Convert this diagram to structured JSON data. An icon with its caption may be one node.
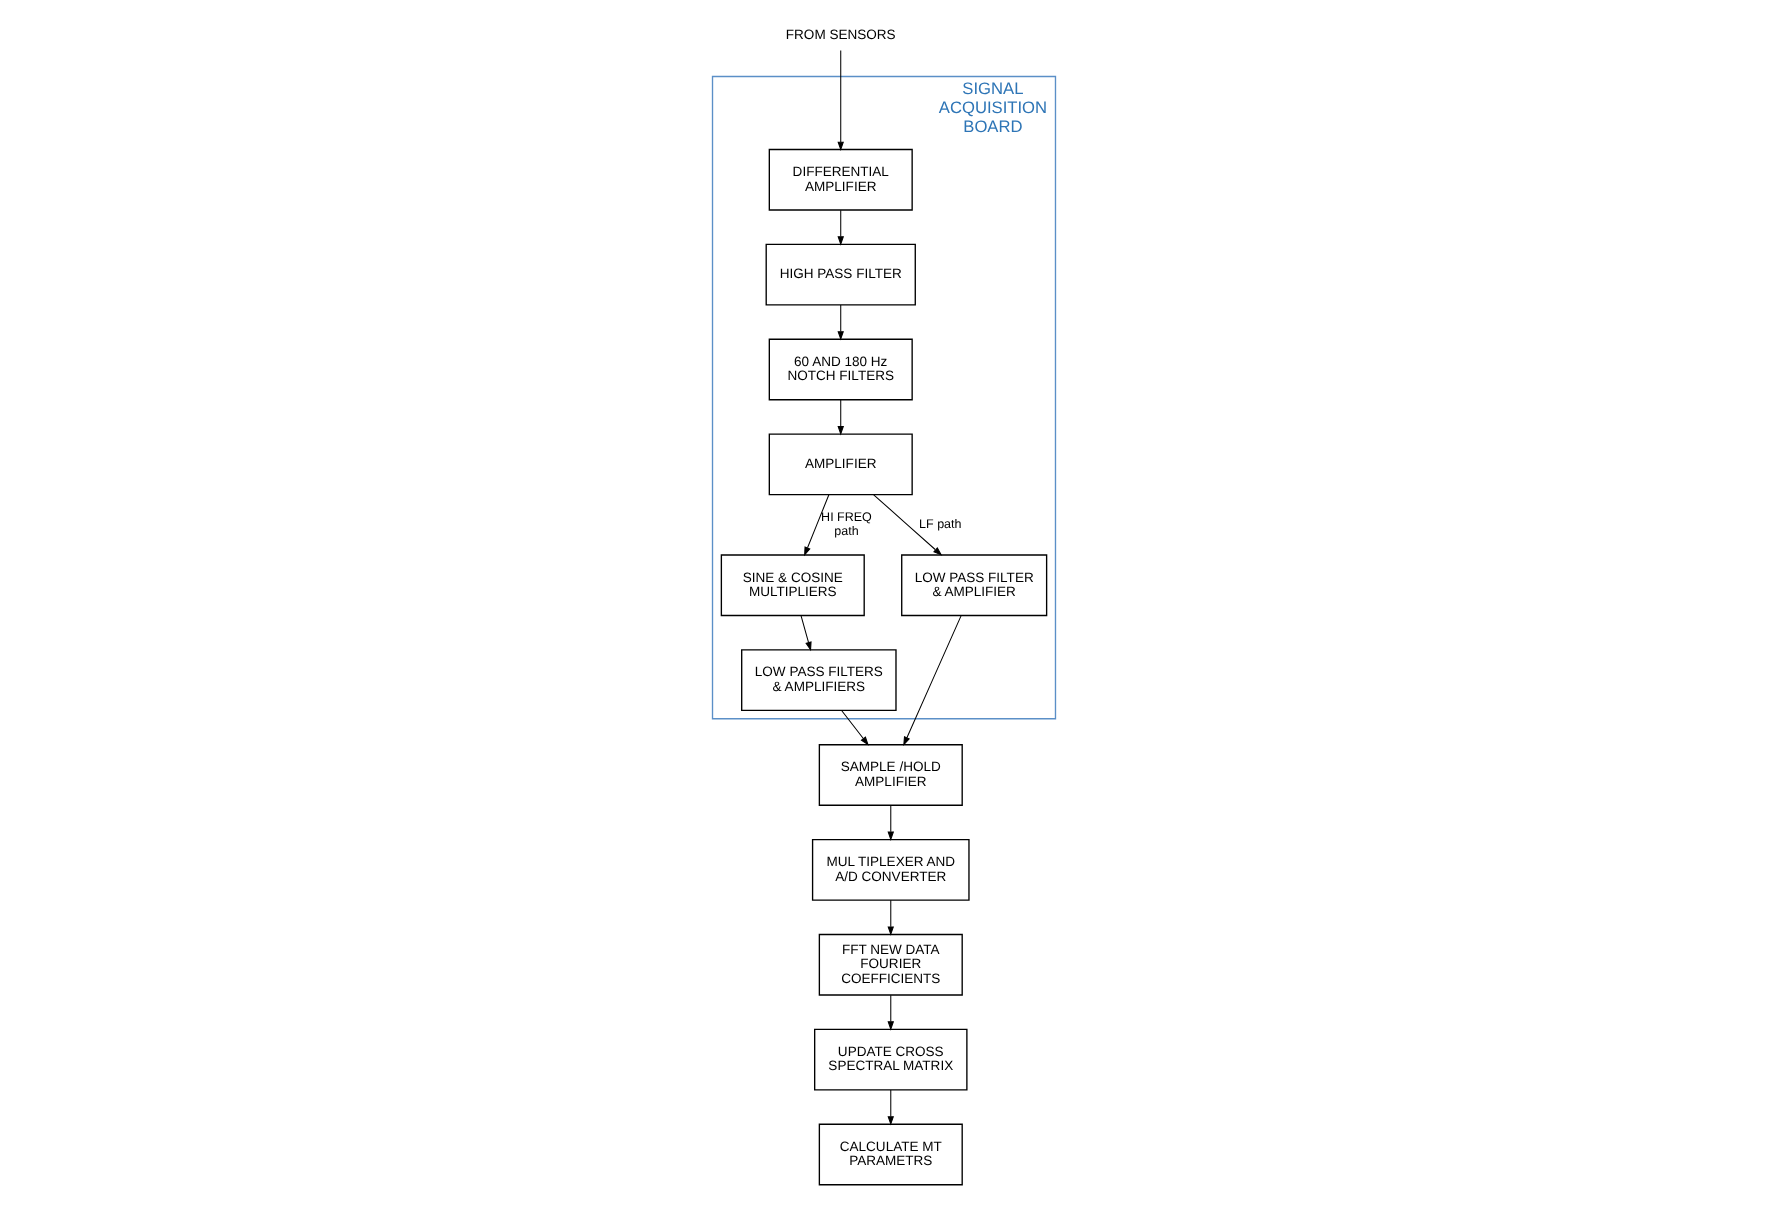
{
  "diagram": {
    "nodes": [
      {
        "text": [
          "FROM SENSORS"
        ]
      },
      {
        "text": [
          "SIGNAL ACQUISITION BOARD"
        ]
      },
      {
        "text": [
          "DIFFERENTIAL AMPLIFIER"
        ],
        "in": 1
      },
      {
        "text": [
          "HIGH PASS FILTER"
        ],
        "in": 1
      },
      {
        "text": [
          "60 AND 180 Hz NOTCH FILTERS"
        ],
        "in": 1
      },
      {
        "text": [
          "SAMPLE /HOLD AMPLIFIER"
        ]
      },
      {
        "text": [
          "LOW PASS FILTER & AMPLIFIER"
        ],
        "in": 1
      },
      {
        "text": [
          "AMPLIFIER"
        ],
        "in": 1
      },
      {
        "text": [
          "MUL TIPLEXER AND A/D CONVERTER"
        ]
      },
      {
        "text": [
          "LOW PASS FILTERS & AMPLIFIERS"
        ],
        "in": 1
      },
      {
        "text": [
          "SINE & COSINE MULTIPLIERS"
        ],
        "in": 1
      },
      {
        "text": [
          "FFT NEW DATA FOURIER COEFFICIENTS"
        ]
      },
      {
        "text": [
          "UPDATE CROSS SPECTRAL MATRIX"
        ]
      },
      {
        "text": [
          "CALCULATE MT PARAMETRS"
        ]
      }
    ],
    "edges": [
      {
        "from": 0,
        "to": 2,
        "arrow": "to"
      },
      {
        "from": 2,
        "to": 3,
        "arrow": "to"
      },
      {
        "from": 3,
        "to": 4,
        "arrow": "to"
      },
      {
        "from": 4,
        "to": 7,
        "arrow": "to"
      },
      {
        "from": 7,
        "to": 6,
        "arrow": "to",
        "label": "LF path"
      },
      {
        "from": 6,
        "to": 5,
        "arrow": "to"
      },
      {
        "from": 7,
        "to": 10,
        "arrow": "to",
        "label": "HI FREQ path"
      },
      {
        "from": 10,
        "to": 9,
        "arrow": "to"
      },
      {
        "from": 9,
        "to": 5,
        "arrow": "to"
      },
      {
        "from": 5,
        "to": 8,
        "arrow": "to"
      },
      {
        "from": 8,
        "to": 11,
        "arrow": "to"
      },
      {
        "from": 11,
        "to": 12,
        "arrow": "to"
      },
      {
        "from": 12,
        "to": 13,
        "arrow": "to"
      }
    ]
  }
}
